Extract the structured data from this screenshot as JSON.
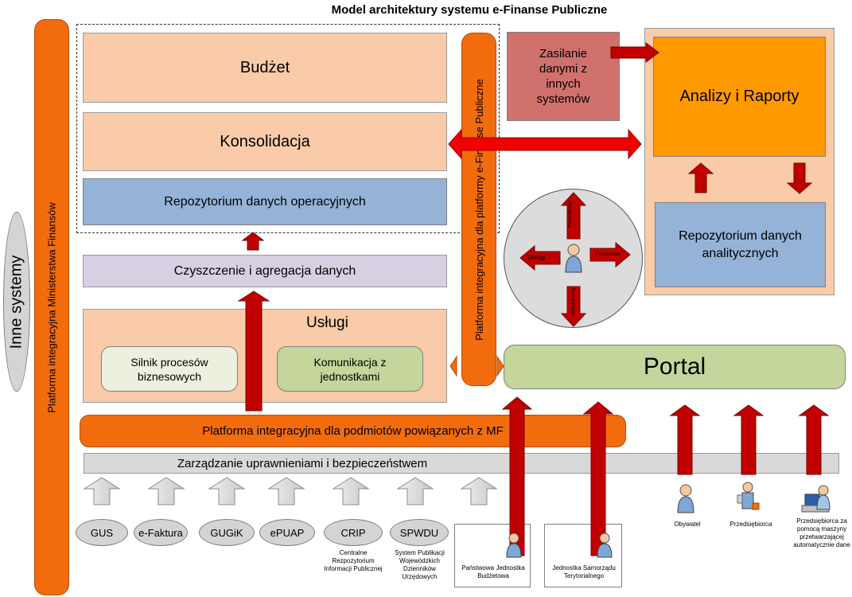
{
  "title": "Model architektury systemu e-Finanse Publiczne",
  "left": {
    "inne_systemy": "Inne systemy",
    "platforma_mf": "Platforma integracyjna Ministerstwa Finansów"
  },
  "core": {
    "budzet": "Budżet",
    "konsolidacja": "Konsolidacja",
    "repozytorium_operacyjne": "Repozytorium danych operacyjnych",
    "czyszczenie": "Czyszczenie i agregacja danych",
    "uslugi": "Usługi",
    "silnik": "Silnik procesów biznesowych",
    "komunikacja": "Komunikacja z jednostkami"
  },
  "platforma_efp": "Platforma integracyjna dla platformy e-Finanse Publiczne",
  "zasilanie": "Zasilanie danymi z innych systemów",
  "analityka": {
    "analizy": "Analizy i Raporty",
    "repozytorium_analityczne": "Repozytorium danych analitycznych"
  },
  "circle": {
    "top": "Komunikacja",
    "left": "Usługi",
    "right": "Formularze",
    "bottom": "Przeglądanie"
  },
  "portal": "Portal",
  "platforma_podmioty": "Platforma integracyjna dla podmiotów powiązanych z MF",
  "zarzadzanie": "Zarządzanie uprawnieniami i bezpieczeństwem",
  "sources": [
    {
      "label": "GUS",
      "caption": ""
    },
    {
      "label": "e-Faktura",
      "caption": ""
    },
    {
      "label": "GUGiK",
      "caption": ""
    },
    {
      "label": "ePUAP",
      "caption": ""
    },
    {
      "label": "CRIP",
      "caption": "Centralne Rezpozytorium Informacji Publicznej"
    },
    {
      "label": "SPWDU",
      "caption": "System Publikacji Wojewódzkich Dzienników Urzędowych"
    }
  ],
  "units": [
    {
      "label": "Państwowa Jednostka Budżetowa"
    },
    {
      "label": "Jednostka Samorządu Terytorialnego"
    }
  ],
  "actors": [
    {
      "label": "Obywatel"
    },
    {
      "label": "Przedsiębiorca"
    },
    {
      "label": "Przedsiębiorca za pomocą maszyny przetwarzającej automatycznie dane"
    }
  ],
  "colors": {
    "peach": "#f9cba9",
    "blue": "#95b3d7",
    "orange": "#f26c0d",
    "dark_orange": "#ff9900",
    "green": "#c3d69b",
    "light_green": "#ebf1de",
    "arrow_red": "#c00000",
    "rose": "#d0716c"
  }
}
